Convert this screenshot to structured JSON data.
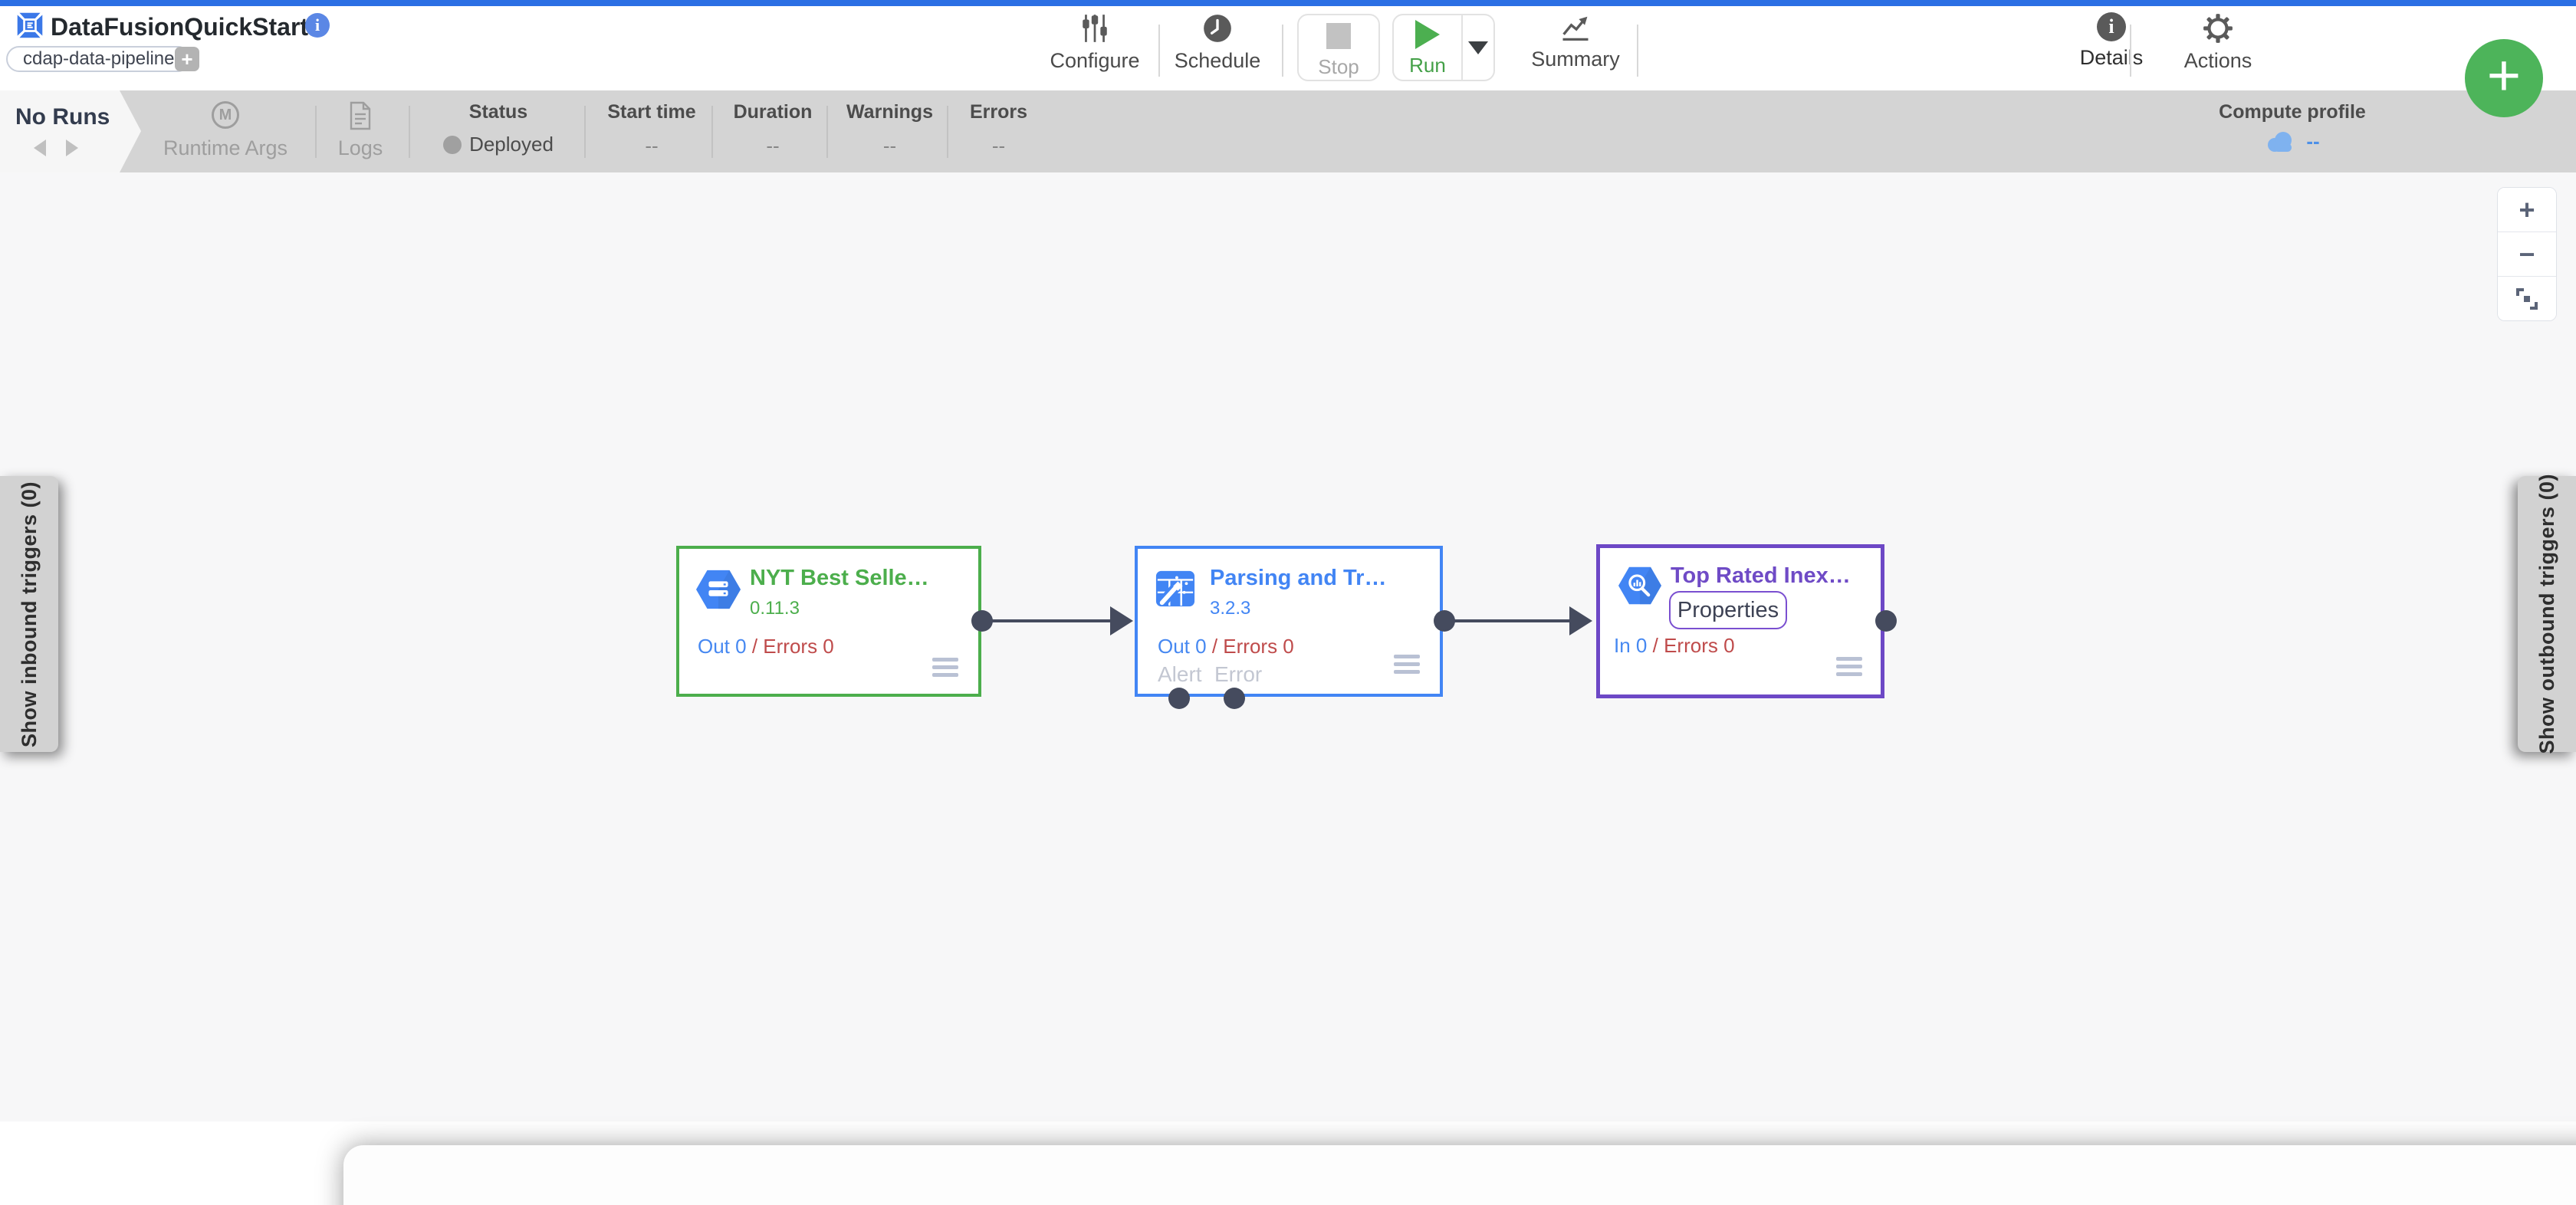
{
  "header": {
    "app_title": "DataFusionQuickStart",
    "pipeline_type_tag": "cdap-data-pipeline",
    "add_tag": "+",
    "configure": "Configure",
    "schedule": "Schedule",
    "stop": "Stop",
    "run": "Run",
    "summary": "Summary",
    "details": "Details",
    "actions": "Actions",
    "fab_plus": "+"
  },
  "runbar": {
    "no_runs": "No Runs",
    "runtime_args": "Runtime Args",
    "runtime_args_glyph": "M",
    "logs": "Logs",
    "status_label": "Status",
    "status_value": "Deployed",
    "start_time_label": "Start time",
    "start_time_value": "--",
    "duration_label": "Duration",
    "duration_value": "--",
    "warnings_label": "Warnings",
    "warnings_value": "--",
    "errors_label": "Errors",
    "errors_value": "--",
    "compute_profile_label": "Compute profile",
    "compute_profile_value": "--"
  },
  "canvas": {
    "inbound_tab": "Show inbound triggers (0)",
    "outbound_tab": "Show outbound triggers (0)",
    "zoom_in": "+",
    "zoom_out": "−",
    "nodes": {
      "source": {
        "title": "NYT Best Selle…",
        "version": "0.11.3",
        "out": "Out 0",
        "sep": "/",
        "errors": "Errors 0"
      },
      "transform": {
        "title": "Parsing and Tr…",
        "version": "3.2.3",
        "out": "Out 0",
        "sep": "/",
        "errors": "Errors 0",
        "alert": "Alert",
        "error": "Error"
      },
      "sink": {
        "title": "Top Rated Inex…",
        "properties": "Properties",
        "in": "In 0",
        "sep": "/",
        "errors": "Errors 0"
      }
    }
  },
  "icons": {
    "info_glyph": "i"
  },
  "colors": {
    "topbar_blue": "#2b6fe4",
    "accent_blue": "#4285f4",
    "source_green": "#4cae4c",
    "sink_purple": "#6d48c6",
    "error_red": "#bf4b4b",
    "run_green": "#43a047",
    "fab_green": "#4db45a",
    "bar_gray": "#d4d4d4"
  }
}
